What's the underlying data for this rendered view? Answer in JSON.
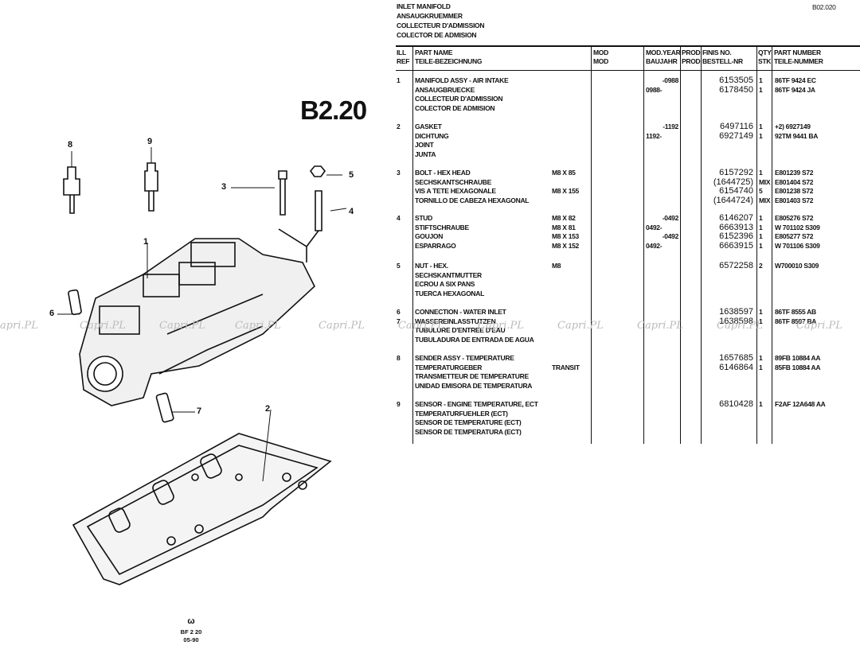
{
  "header": {
    "titles": [
      "INLET MANIFOLD",
      "ANSAUGKRUEMMER",
      "COLLECTEUR D'ADMISSION",
      "COLECTOR DE ADMISION"
    ],
    "page_code": "B02.020"
  },
  "section_code": "B2.20",
  "columns": {
    "ref": [
      "ILL",
      "REF"
    ],
    "name": [
      "PART NAME",
      "TEILE-BEZEICHNUNG"
    ],
    "mod": [
      "MOD",
      "MOD"
    ],
    "year": [
      "MOD.YEAR",
      "BAUJAHR"
    ],
    "prod": [
      "PROD",
      "PROD"
    ],
    "fins": [
      "FINIS NO.",
      "BESTELL-NR"
    ],
    "qty": [
      "QTY",
      "STK"
    ],
    "partno": [
      "PART NUMBER",
      "TEILE-NUMMER"
    ]
  },
  "items": [
    {
      "lines": [
        {
          "ref": "1",
          "name": "MANIFOLD ASSY - AIR INTAKE",
          "year": "-0988",
          "fins": "6153505",
          "qty": "1",
          "partno": "86TF 9424 EC"
        },
        {
          "name": "ANSAUGBRUECKE",
          "year": "0988-",
          "fins": "6178450",
          "qty": "1",
          "partno": "86TF 9424 JA"
        },
        {
          "name": "COLLECTEUR D'ADMISSION"
        },
        {
          "name": "COLECTOR DE ADMISION"
        }
      ]
    },
    {
      "lines": [
        {
          "ref": "2",
          "name": "GASKET",
          "year": "-1192",
          "fins": "6497116",
          "qty": "1",
          "partno": "+2) 6927149"
        },
        {
          "name": "DICHTUNG",
          "year": "1192-",
          "fins": "6927149",
          "qty": "1",
          "partno": "92TM 9441 BA"
        },
        {
          "name": "JOINT"
        },
        {
          "name": "JUNTA"
        }
      ]
    },
    {
      "lines": [
        {
          "ref": "3",
          "name": "BOLT - HEX HEAD",
          "mod": "M8 X 85",
          "fins": "6157292",
          "qty": "1",
          "partno": "E801239 S72"
        },
        {
          "name": "SECHSKANTSCHRAUBE",
          "fins": "(1644725)",
          "qty": "MIX",
          "partno": "E801404 S72"
        },
        {
          "name": "VIS A TETE HEXAGONALE",
          "mod": "M8 X 155",
          "fins": "6154740",
          "qty": "5",
          "partno": "E801238 S72"
        },
        {
          "name": "TORNILLO DE CABEZA HEXAGONAL",
          "fins": "(1644724)",
          "qty": "MIX",
          "partno": "E801403 S72"
        }
      ]
    },
    {
      "lines": [
        {
          "ref": "4",
          "name": "STUD",
          "mod": "M8 X 82",
          "year": "-0492",
          "fins": "6146207",
          "qty": "1",
          "partno": "E805276 S72"
        },
        {
          "name": "STIFTSCHRAUBE",
          "mod": "M8 X 81",
          "year": "0492-",
          "fins": "6663913",
          "qty": "1",
          "partno": "W 701102 S309"
        },
        {
          "name": "GOUJON",
          "mod": "M8 X 153",
          "year": "-0492",
          "fins": "6152396",
          "qty": "1",
          "partno": "E805277 S72"
        },
        {
          "name": "ESPARRAGO",
          "mod": "M8 X 152",
          "year": "0492-",
          "fins": "6663915",
          "qty": "1",
          "partno": "W 701106 S309"
        }
      ]
    },
    {
      "lines": [
        {
          "ref": "5",
          "name": "NUT - HEX.",
          "mod": "M8",
          "fins": "6572258",
          "qty": "2",
          "partno": "W700010 S309"
        },
        {
          "name": "SECHSKANTMUTTER"
        },
        {
          "name": "ECROU A SIX PANS"
        },
        {
          "name": "TUERCA HEXAGONAL"
        }
      ]
    },
    {
      "lines": [
        {
          "ref": "6",
          "name": "CONNECTION - WATER INLET",
          "fins": "1638597",
          "qty": "1",
          "partno": "86TF 8555 AB"
        },
        {
          "ref": "7",
          "name": "WASSEREINLASSTUTZEN",
          "fins": "1638598",
          "qty": "1",
          "partno": "86TF 8597 BA"
        },
        {
          "name": "TUBULURE D'ENTREE D'EAU"
        },
        {
          "name": "TUBULADURA DE ENTRADA DE AGUA"
        }
      ]
    },
    {
      "lines": [
        {
          "ref": "8",
          "name": "SENDER ASSY - TEMPERATURE",
          "fins": "1657685",
          "qty": "1",
          "partno": "89FB 10884 AA"
        },
        {
          "name": "TEMPERATURGEBER",
          "mod": "TRANSIT",
          "fins": "6146864",
          "qty": "1",
          "partno": "85FB 10884 AA"
        },
        {
          "name": "TRANSMETTEUR DE TEMPERATURE"
        },
        {
          "name": "UNIDAD EMISORA DE TEMPERATURA"
        }
      ]
    },
    {
      "lines": [
        {
          "ref": "9",
          "name": "SENSOR - ENGINE TEMPERATURE, ECT",
          "fins": "6810428",
          "qty": "1",
          "partno": "F2AF 12A648 AA"
        },
        {
          "name": "TEMPERATURFUEHLER (ECT)"
        },
        {
          "name": "SENSOR DE TEMPERATURE (ECT)"
        },
        {
          "name": "SENSOR DE TEMPERATURA (ECT)"
        }
      ]
    }
  ],
  "diagram": {
    "callouts": [
      "1",
      "2",
      "3",
      "4",
      "5",
      "6",
      "7",
      "8",
      "9"
    ],
    "footer": [
      "BF 2 20",
      "05-90"
    ]
  },
  "watermark": "Capri.PL"
}
